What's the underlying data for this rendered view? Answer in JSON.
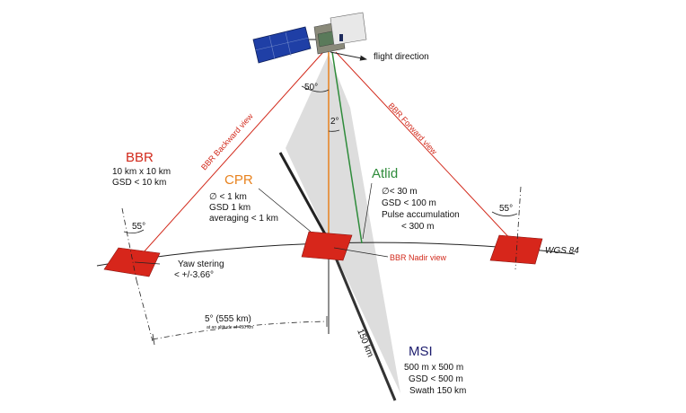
{
  "colors": {
    "red": "#d22a1c",
    "orange": "#e8821e",
    "green": "#2e8b3a",
    "navy": "#1d1d6e",
    "footprint": "#d7261b",
    "swath": "#d9d9d9",
    "panel": "#1f3fa6"
  },
  "labels": {
    "flight_direction": "flight direction",
    "angle_50": "50°",
    "angle_2": "2°",
    "angle_55_left": "55°",
    "angle_55_right": "55°",
    "bbr_backward": "BBR Backward view",
    "bbr_forward": "BBR Forward view",
    "bbr_nadir": "BBR Nadir view",
    "wgs84": "WGS 84",
    "yaw_line1": "Yaw  stering",
    "yaw_line2": "< +/-3.66°",
    "arc_main": "5° (555 km)",
    "arc_sub": "at an altitude of 450 km",
    "swath_width": "150 km"
  },
  "instruments": {
    "bbr": {
      "name": "BBR",
      "lines": [
        "10 km x 10 km",
        "GSD < 10 km"
      ]
    },
    "cpr": {
      "name": "CPR",
      "lines": [
        "∅ < 1 km",
        "GSD 1 km",
        "averaging < 1 km"
      ]
    },
    "atlid": {
      "name": "Atlid",
      "lines": [
        "∅< 30 m",
        "GSD < 100  m",
        "Pulse accumulation",
        "< 300 m"
      ]
    },
    "msi": {
      "name": "MSI",
      "lines": [
        "500 m x 500 m",
        "GSD < 500 m",
        "Swath 150 km"
      ]
    }
  }
}
